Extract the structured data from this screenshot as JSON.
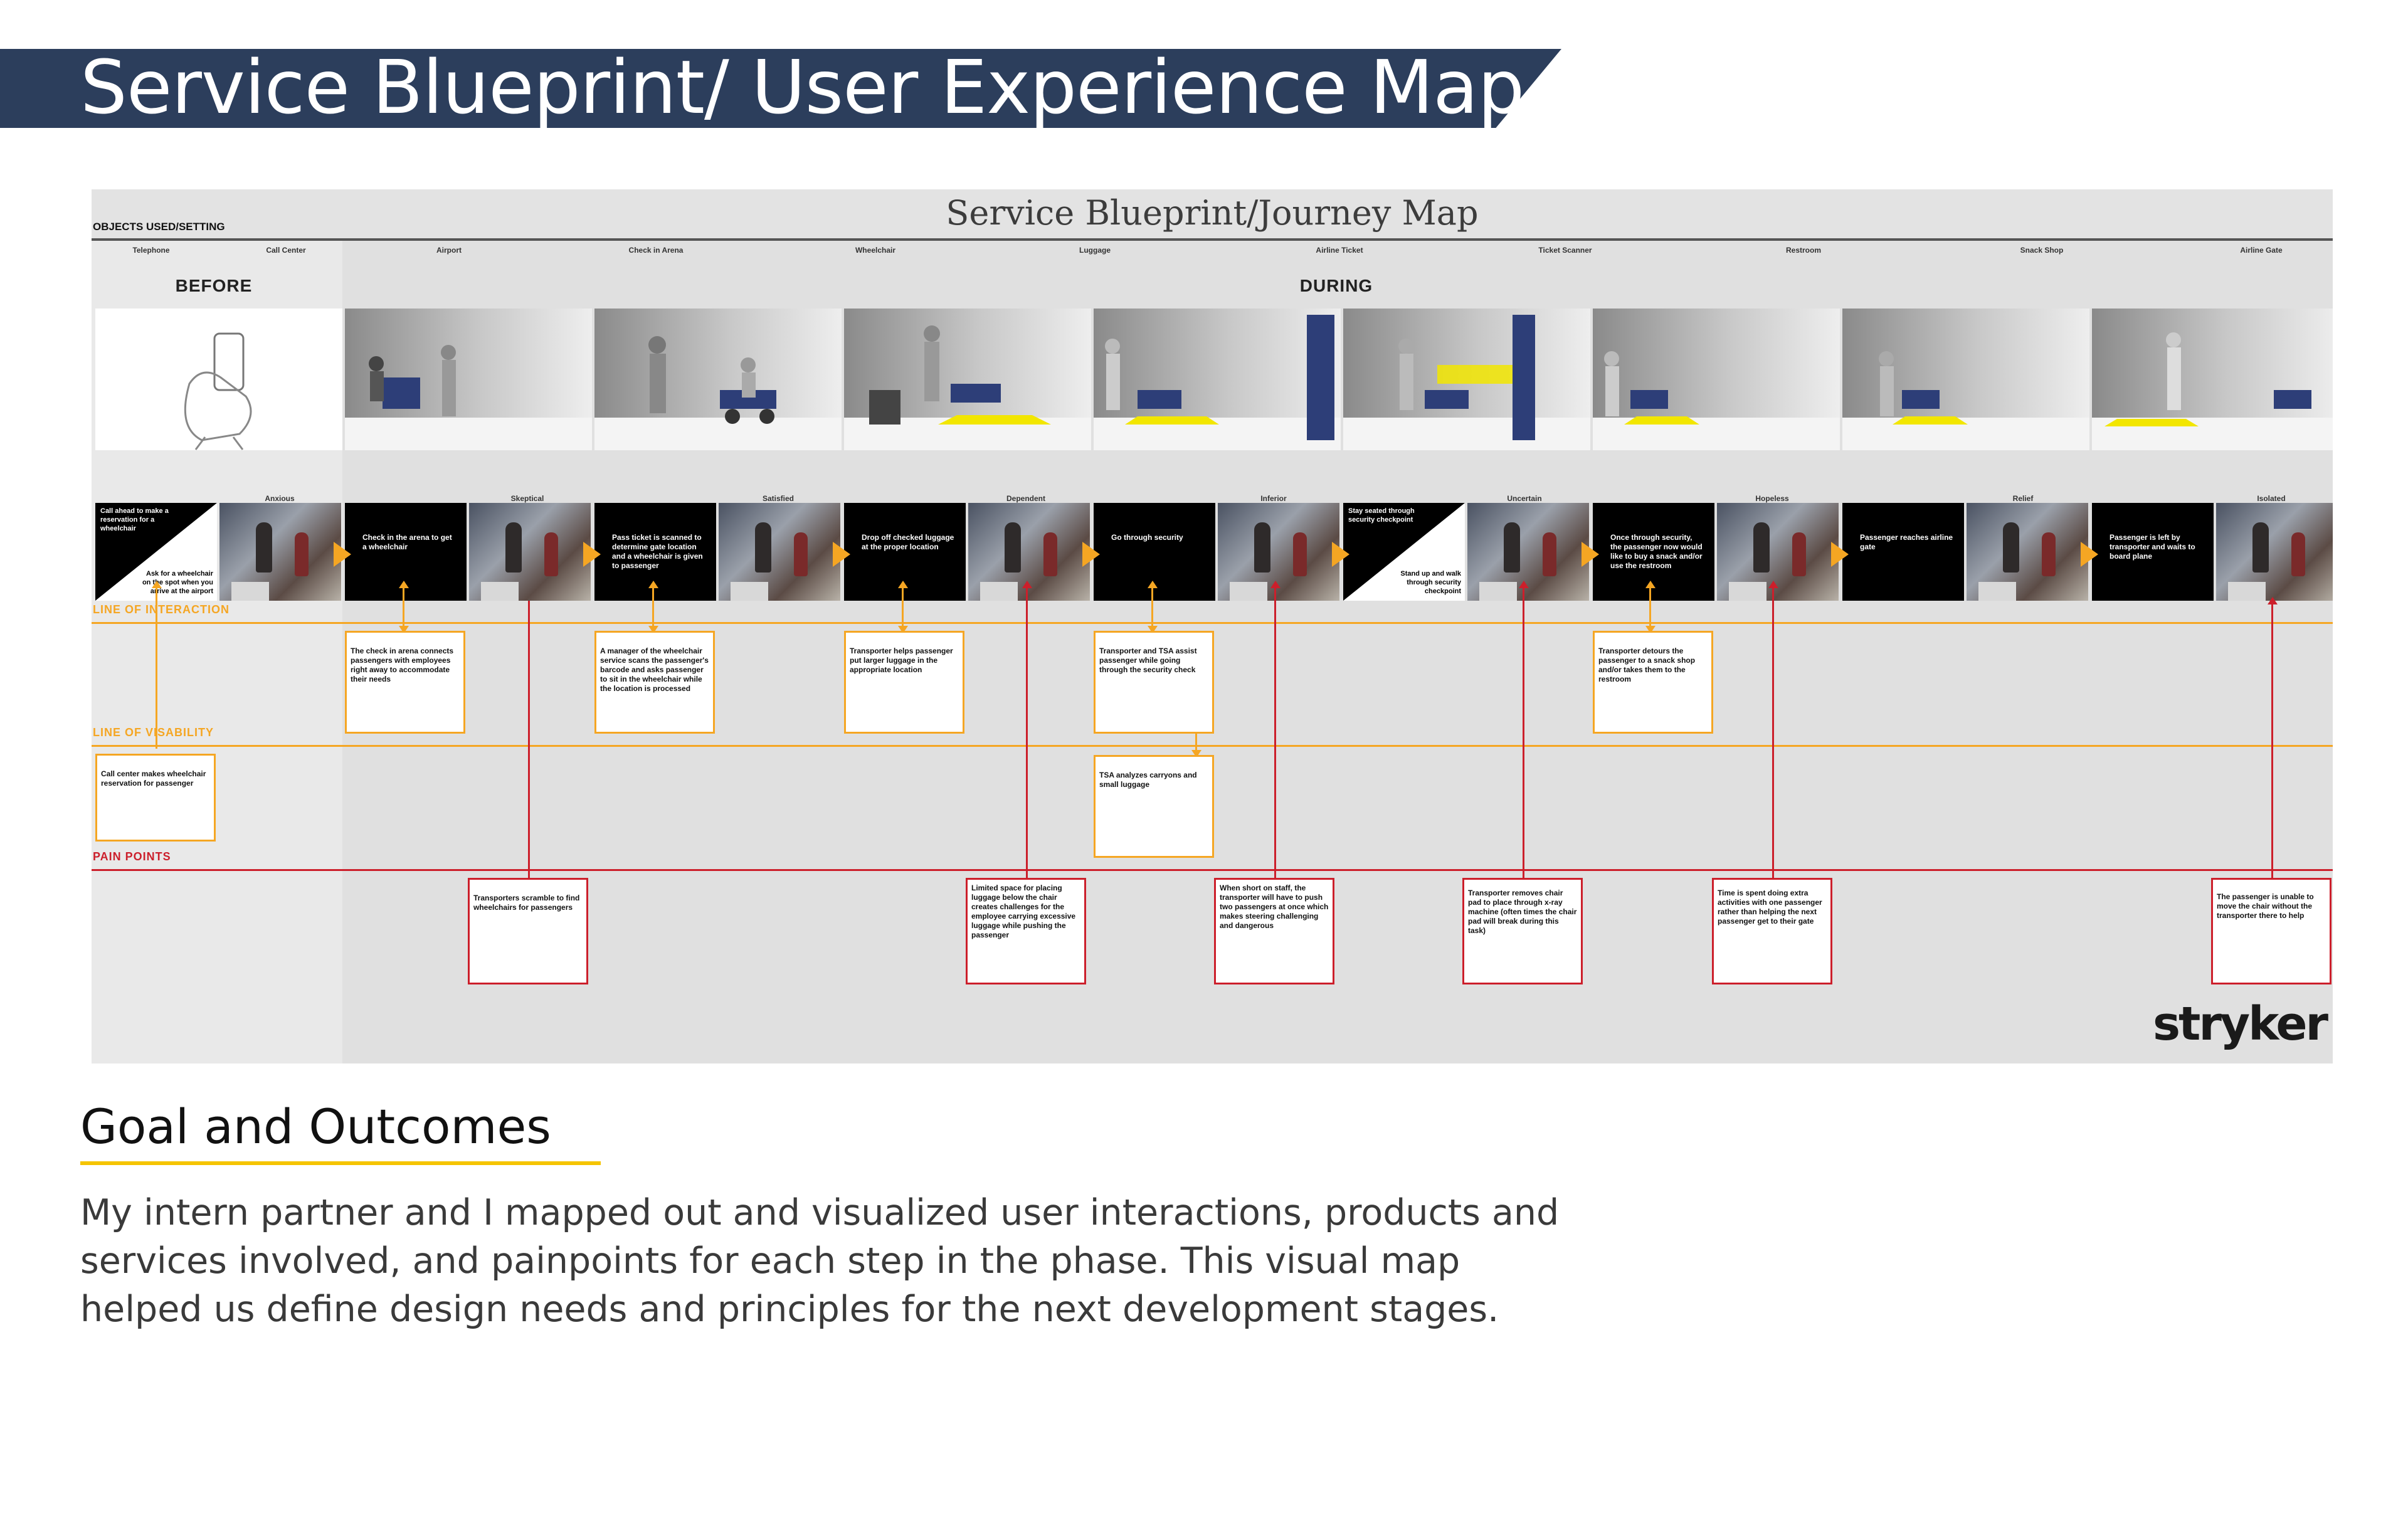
{
  "header": {
    "title": "Service Blueprint/ User Experience Map"
  },
  "blueprint": {
    "title": "Service Blueprint/Journey Map",
    "objects_label": "OBJECTS USED/SETTING",
    "phases": {
      "before": "BEFORE",
      "during": "DURING"
    },
    "objects": [
      "Telephone",
      "Call Center",
      "Airport",
      "Check in Arena",
      "Wheelchair",
      "Luggage",
      "Airline Ticket",
      "Ticket Scanner",
      "Restroom",
      "Snack Shop",
      "Airline Gate"
    ],
    "emotions": [
      "Anxious",
      "Skeptical",
      "Satisfied",
      "Dependent",
      "Inferior",
      "Uncertain",
      "Hopeless",
      "Relief",
      "Isolated"
    ],
    "actions": [
      {
        "text": "Call ahead to make a reservation for a wheelchair",
        "text2": "Ask for a wheelchair on the spot when you arrive at the airport"
      },
      {
        "text": "Check in the arena to get a wheelchair"
      },
      {
        "text": "Pass ticket is scanned to determine gate location and a wheelchair is given to passenger"
      },
      {
        "text": "Drop off checked luggage at the proper location"
      },
      {
        "text": "Go through security"
      },
      {
        "text": "Stay seated through security checkpoint",
        "text2": "Stand up and walk through security checkpoint"
      },
      {
        "text": "Once through security, the passenger now would like to buy a snack and/or use the restroom"
      },
      {
        "text": "Passenger reaches airline gate"
      },
      {
        "text": "Passenger is left by transporter and waits to board plane"
      }
    ],
    "lines": {
      "interaction": "LINE OF INTERACTION",
      "visibility": "LINE OF VISABILITY",
      "pain": "PAIN POINTS"
    },
    "frontstage": [
      "The check in arena connects passengers with employees right away to accommodate their needs",
      "A manager of the wheelchair service scans the passenger's barcode and asks passenger to sit in the wheelchair while the location is processed",
      "Transporter helps passenger put larger luggage in the appropriate location",
      "Transporter and TSA assist passenger while going through the security check",
      "Transporter detours the passenger to a snack shop and/or takes them to the restroom"
    ],
    "backstage": [
      "Call center makes wheelchair reservation for passenger",
      "TSA analyzes carryons and small luggage"
    ],
    "pain_points": [
      "Transporters scramble to find wheelchairs for passengers",
      "Limited space for placing luggage below the chair creates challenges for the employee carrying excessive luggage while pushing the passenger",
      "When short on staff, the transporter will have to push two passengers at once which makes steering challenging and dangerous",
      "Transporter removes chair pad to place through x-ray machine (often times the chair pad will break during this task)",
      "Time is spent doing extra activities with one passenger rather than helping the next passenger get to their gate",
      "The passenger is unable to move the chair without the transporter there to help"
    ],
    "logo": "stryker"
  },
  "goal": {
    "title": "Goal and Outcomes",
    "body": "My intern partner and I mapped out and visualized user interactions, products and services involved, and painpoints for each step in the phase. This visual map helped us define design needs and principles for the next development stages."
  },
  "colors": {
    "banner": "#2c3e5c",
    "accent_orange": "#f5a623",
    "accent_red": "#cc1f2b",
    "rule_yellow": "#f5c400"
  },
  "icons": [
    "arrow-right-icon",
    "arrow-up-icon",
    "arrow-down-icon"
  ]
}
